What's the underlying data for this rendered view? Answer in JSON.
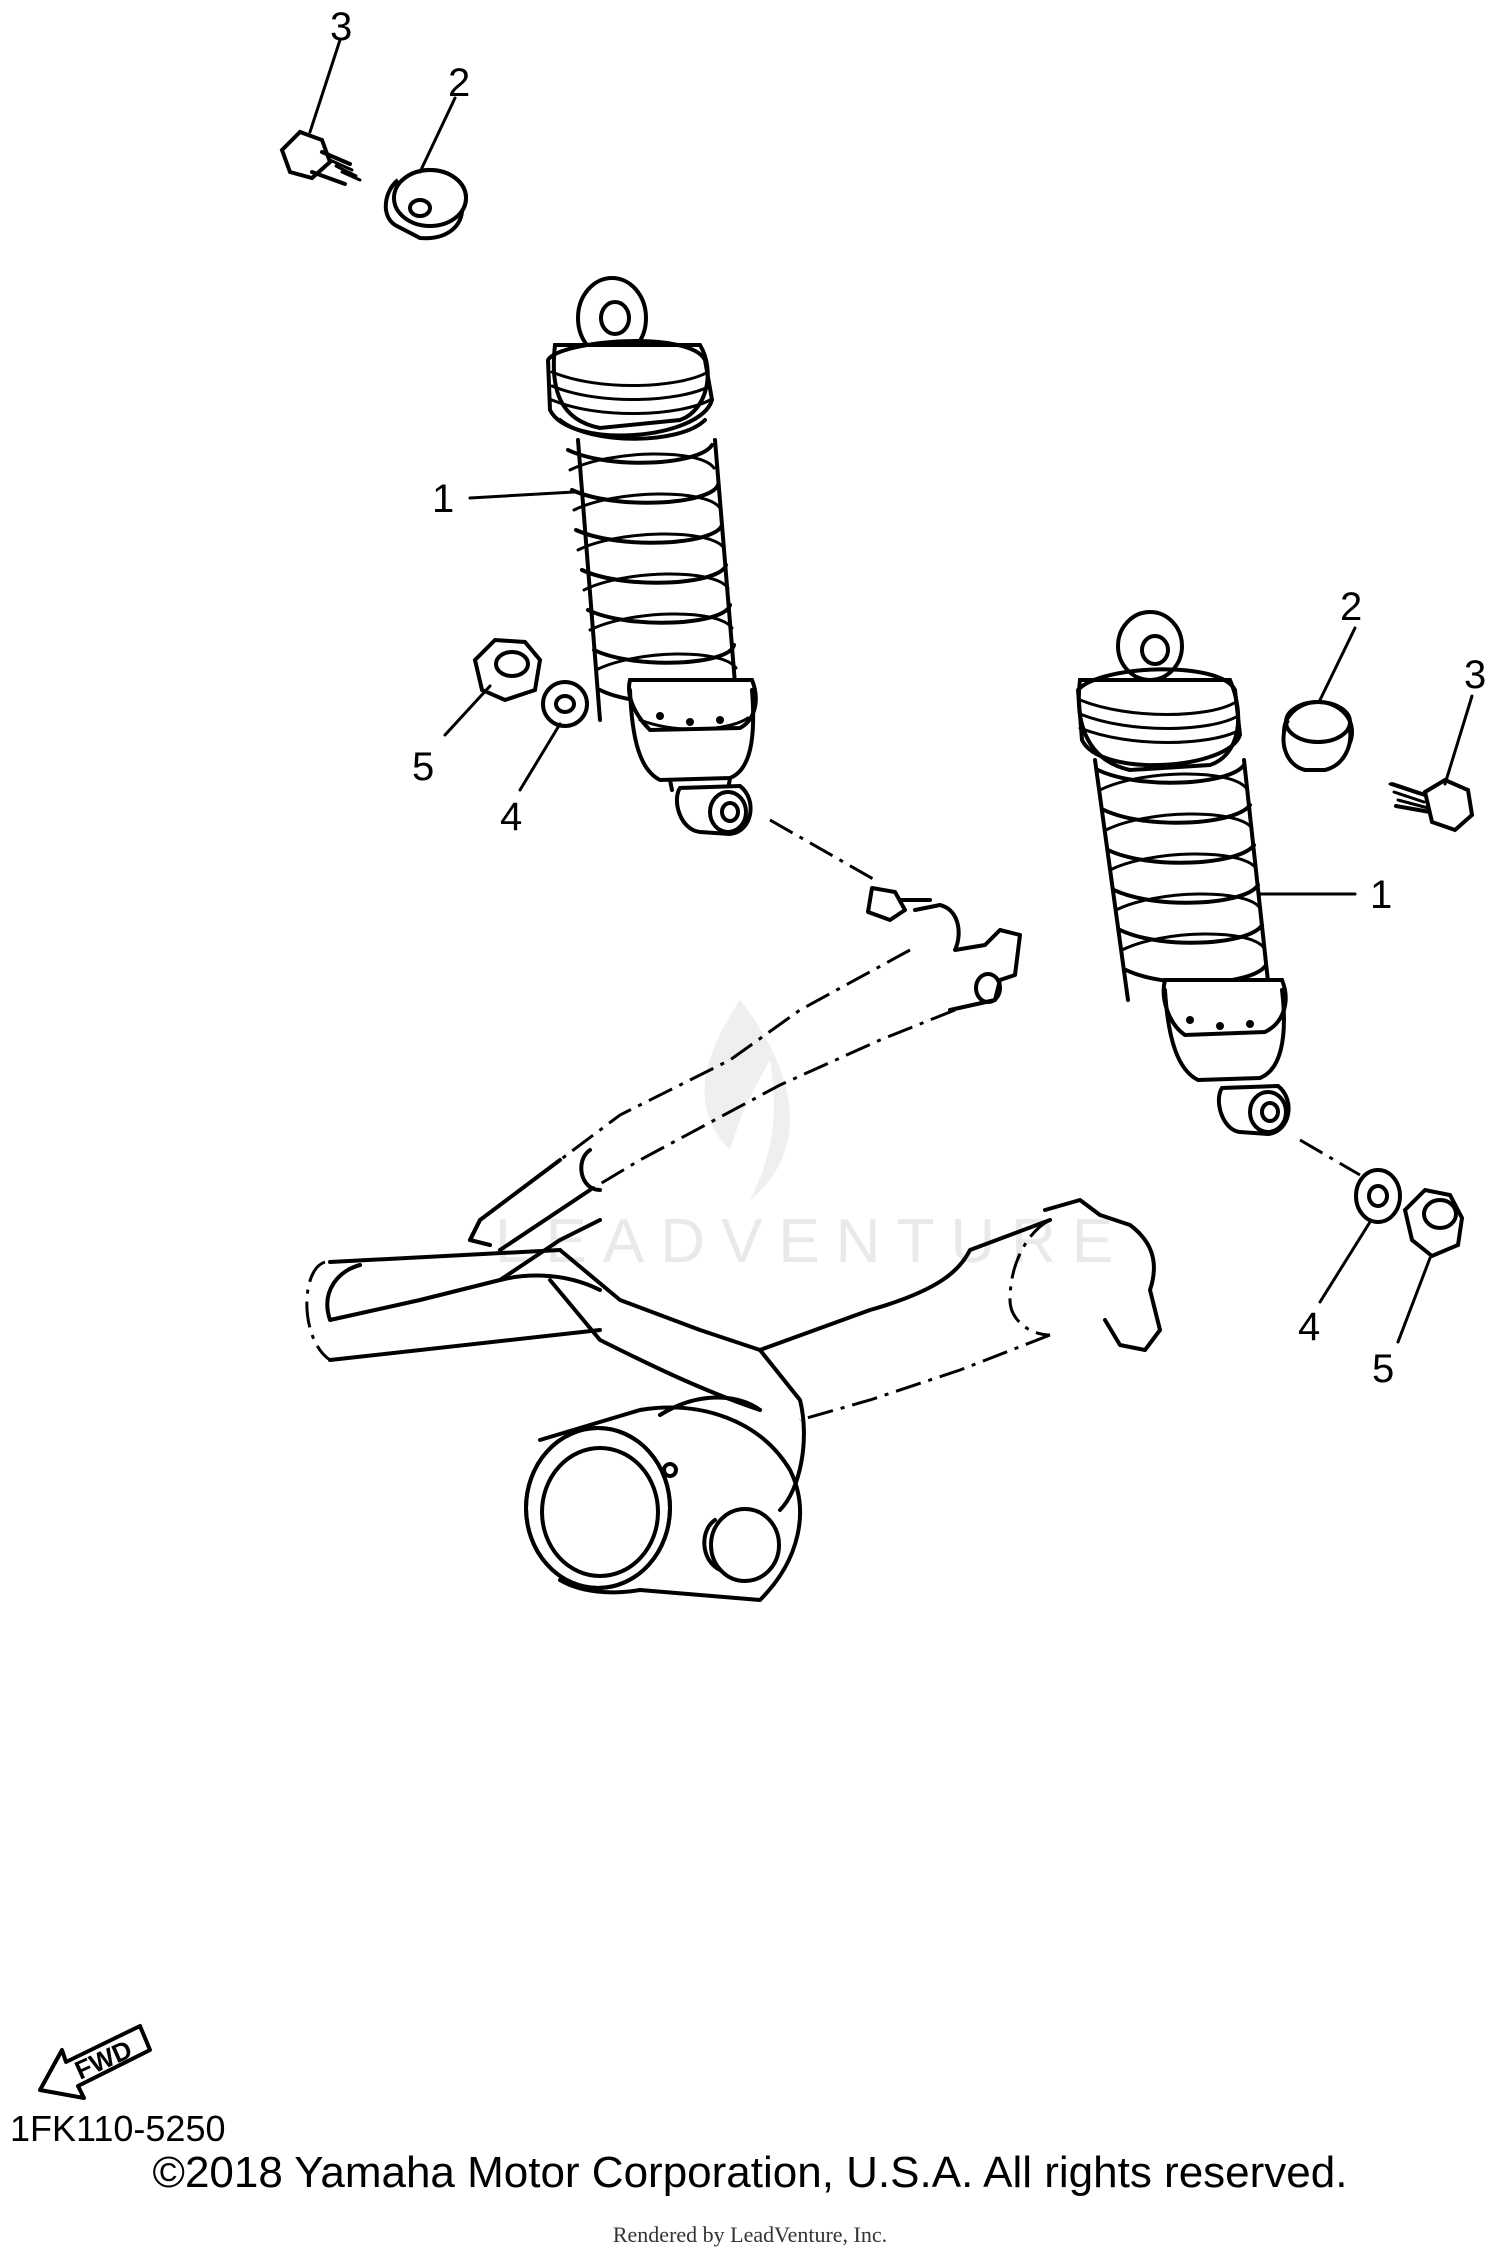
{
  "callouts": {
    "c3_top": "3",
    "c2_top": "2",
    "c1_left": "1",
    "c5_left": "5",
    "c4_left": "4",
    "c2_right": "2",
    "c3_right": "3",
    "c1_right": "1",
    "c4_right": "4",
    "c5_right": "5"
  },
  "fwd_label": "FWD",
  "watermark": "LEADVENTURE",
  "diagram_code": "1FK110-5250",
  "copyright": "©2018 Yamaha Motor Corporation, U.S.A. All rights reserved.",
  "rendered_by": "Rendered by LeadVenture, Inc."
}
